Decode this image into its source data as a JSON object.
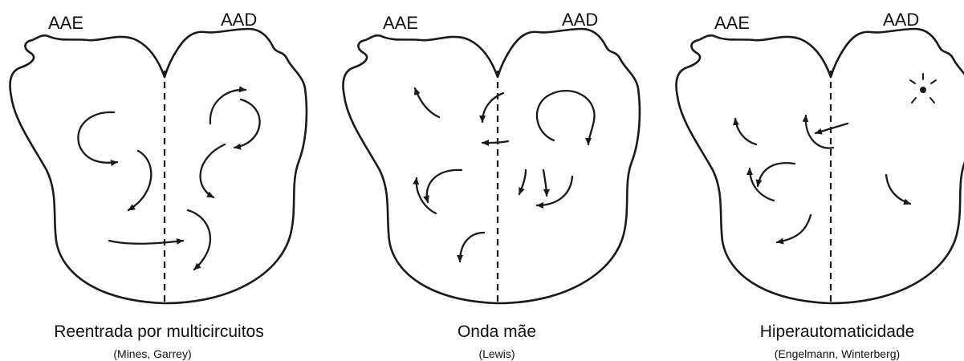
{
  "panels": [
    {
      "left_label": "AAE",
      "right_label": "AAD",
      "caption": "Reentrada por multicircuitos",
      "credit": "(Mines, Garrey)"
    },
    {
      "left_label": "AAE",
      "right_label": "AAD",
      "caption": "Onda mãe",
      "credit": "(Lewis)"
    },
    {
      "left_label": "AAE",
      "right_label": "AAD",
      "caption": "Hiperautomaticidade",
      "credit": "(Engelmann, Winterberg)"
    }
  ],
  "colors": {
    "ink": "#1a1a1a",
    "background": "#ffffff"
  }
}
